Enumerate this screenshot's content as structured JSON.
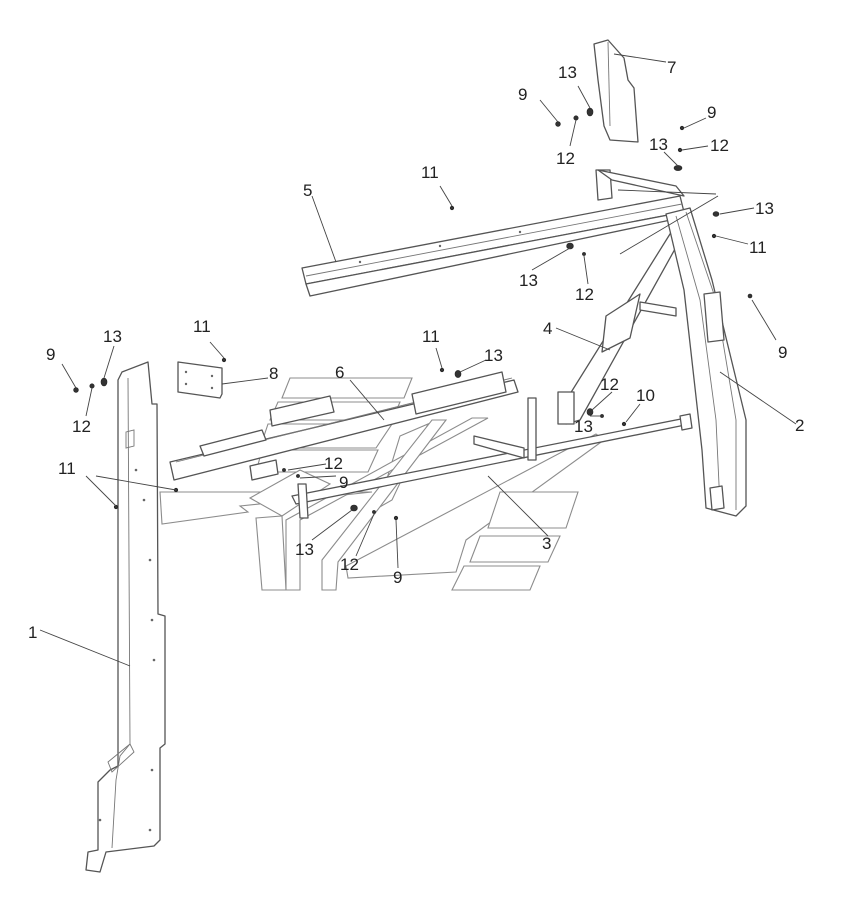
{
  "callouts": {
    "c1": "1",
    "c2": "2",
    "c3": "3",
    "c4": "4",
    "c5": "5",
    "c6": "6",
    "c7": "7",
    "c8": "8",
    "c9a": "9",
    "c9b": "9",
    "c9c": "9",
    "c9d": "9",
    "c9e": "9",
    "c9f": "9",
    "c10": "10",
    "c11a": "11",
    "c11b": "11",
    "c11c": "11",
    "c11d": "11",
    "c11e": "11",
    "c12a": "12",
    "c12b": "12",
    "c12c": "12",
    "c12d": "12",
    "c12e": "12",
    "c12f": "12",
    "c12g": "12",
    "c13a": "13",
    "c13b": "13",
    "c13c": "13",
    "c13d": "13",
    "c13e": "13",
    "c13f": "13",
    "c13g": "13",
    "c13h": "13"
  },
  "colors": {
    "line": "#555555",
    "text": "#222222",
    "background": "#ffffff"
  }
}
